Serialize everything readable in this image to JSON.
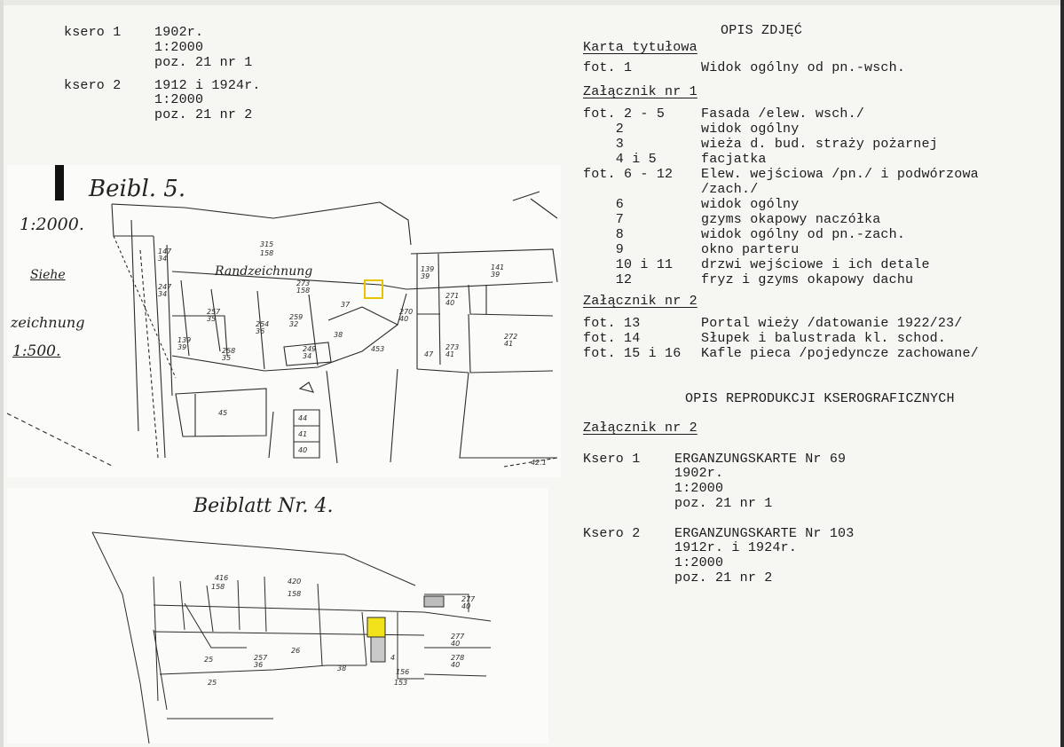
{
  "xerox_list": [
    {
      "label": "ksero 1",
      "lines": [
        "1902r.",
        "1:2000",
        "poz. 21 nr 1"
      ]
    },
    {
      "label": "ksero 2",
      "lines": [
        "1912 i 1924r.",
        "1:2000",
        "poz. 21 nr 2"
      ]
    }
  ],
  "map_top": {
    "title": "Beibl. 5.",
    "scale": "1:2000.",
    "note_1": "Siehe",
    "note_2": "zeichnung",
    "note_3": "1:500.",
    "strip_label": "Randzeichnung",
    "parcels": [
      "315",
      "158",
      "257",
      "35",
      "258",
      "35",
      "254",
      "36",
      "249",
      "34",
      "273",
      "158",
      "37",
      "38",
      "453",
      "270",
      "40",
      "271",
      "40",
      "272",
      "41",
      "273",
      "41",
      "47",
      "45",
      "44",
      "41",
      "40",
      "139",
      "39",
      "147",
      "34",
      "42.1"
    ]
  },
  "map_bottom": {
    "title": "Beiblatt Nr. 4.",
    "parcels": [
      "416",
      "158",
      "420",
      "158",
      "277",
      "40",
      "278",
      "40",
      "277",
      "40",
      "25",
      "25",
      "26",
      "257",
      "36",
      "38",
      "4",
      "156",
      "153"
    ]
  },
  "photo_description": {
    "title": "OPIS ZDJĘĆ",
    "sections": [
      {
        "heading": "Karta tytułowa",
        "rows": [
          {
            "ref": "fot. 1",
            "text": "Widok ogólny od pn.-wsch."
          }
        ]
      },
      {
        "heading": "Załącznik nr 1",
        "rows": [
          {
            "ref": "fot. 2 - 5",
            "text": "Fasada /elew. wsch./"
          },
          {
            "ref": "    2",
            "text": "widok ogólny"
          },
          {
            "ref": "    3",
            "text": "wieża d. bud. straży pożarnej"
          },
          {
            "ref": "    4 i 5",
            "text": "facjatka"
          },
          {
            "ref": "fot. 6 - 12",
            "text": "Elew. wejściowa /pn./ i podwórzowa"
          },
          {
            "ref": "",
            "text": "/zach./"
          },
          {
            "ref": "    6",
            "text": "widok ogólny"
          },
          {
            "ref": "    7",
            "text": "gzyms okapowy naczółka"
          },
          {
            "ref": "    8",
            "text": "widok ogólny od pn.-zach."
          },
          {
            "ref": "    9",
            "text": "okno parteru"
          },
          {
            "ref": "    10 i 11",
            "text": "drzwi wejściowe i ich detale"
          },
          {
            "ref": "    12",
            "text": "fryz i gzyms okapowy dachu"
          }
        ]
      },
      {
        "heading": "Załącznik nr 2",
        "rows": [
          {
            "ref": "fot. 13",
            "text": "Portal wieży /datowanie 1922/23/"
          },
          {
            "ref": "fot. 14",
            "text": "Słupek i balustrada kl. schod."
          },
          {
            "ref": "fot. 15 i 16",
            "text": "Kafle pieca /pojedyncze zachowane/"
          }
        ]
      }
    ]
  },
  "reproduction_description": {
    "title": "OPIS REPRODUKCJI KSEROGRAFICZNYCH",
    "heading": "Załącznik nr 2",
    "items": [
      {
        "label": "Ksero 1",
        "lines": [
          "ERGANZUNGSKARTE Nr 69",
          "1902r.",
          "1:2000",
          "poz. 21 nr 1"
        ]
      },
      {
        "label": "Ksero 2",
        "lines": [
          "ERGANZUNGSKARTE Nr 103",
          "1912r. i 1924r.",
          "1:2000",
          "poz. 21 nr 2"
        ]
      }
    ]
  },
  "colors": {
    "highlight": "#f2e21a",
    "outline_highlight": "#e8c400",
    "ink": "#1c1c1c"
  }
}
